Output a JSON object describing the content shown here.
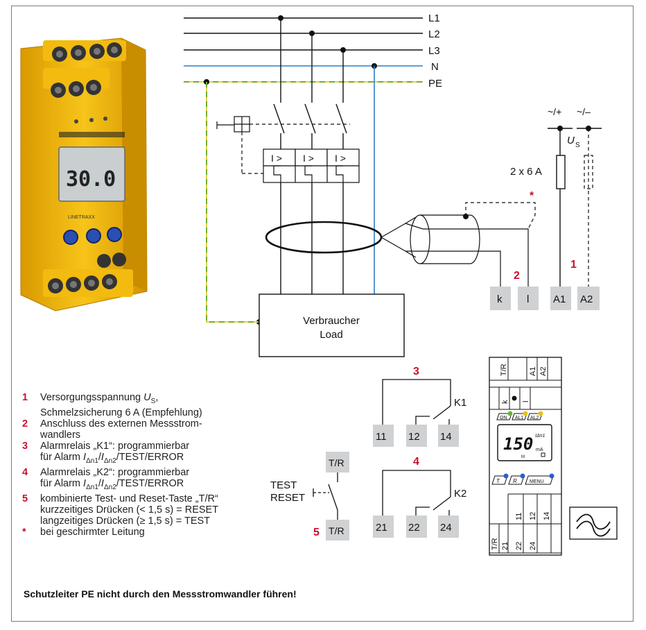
{
  "lines": {
    "l1": "L1",
    "l2": "L2",
    "l3": "L3",
    "n": "N",
    "pe": "PE"
  },
  "supply": {
    "ac_plus": "~/+",
    "ac_minus": "~/–",
    "us": "U",
    "us_sub": "S",
    "fuse": "2 x 6 A",
    "star": "*"
  },
  "breaker_label": "I >",
  "terminals": {
    "k": "k",
    "l": "l",
    "a1": "A1",
    "a2": "A2",
    "n11": "11",
    "n12": "12",
    "n14": "14",
    "n21": "21",
    "n22": "22",
    "n24": "24",
    "tr_top": "T/R",
    "tr_bottom": "T/R"
  },
  "callouts": {
    "c1": "1",
    "c2": "2",
    "c3": "3",
    "c4": "4",
    "c5": "5"
  },
  "load": {
    "line1": "Verbraucher",
    "line2": "Load"
  },
  "relays": {
    "k1": "K1",
    "k2": "K2"
  },
  "test_reset": {
    "test": "TEST",
    "reset": "RESET"
  },
  "device_photo": {
    "display": "30.0",
    "brand": "LINETRAXX"
  },
  "device_front": {
    "top_term": [
      "T/R",
      "A1",
      "A2"
    ],
    "mid_term": [
      "k",
      "●",
      "l"
    ],
    "led_on": "ON",
    "led_al1": "AL1",
    "led_al2": "AL2",
    "display_value": "150",
    "display_unit": "mA",
    "display_label": "IΔn1",
    "display_m": "M",
    "btn_t": "T",
    "btn_r": "R",
    "btn_menu": "MENU",
    "bottom_term_right": [
      "11",
      "12",
      "14"
    ],
    "bottom_term": [
      "T/R",
      "21",
      "22",
      "24"
    ]
  },
  "legend": [
    {
      "num": "1",
      "text_a": "Versorgungsspannung ",
      "text_b": "U",
      "text_sub": "S",
      "text_c": ",",
      "line2": "Schmelzsicherung 6 A (Empfehlung)"
    },
    {
      "num": "2",
      "text_a": "Anschluss des externen Messstrom-",
      "line2": "wandlers"
    },
    {
      "num": "3",
      "text_a": "Alarmrelais „K1“: programmierbar",
      "line2_a": "für Alarm ",
      "line2_b": "I",
      "line2_sub1": "Δn1",
      "line2_c": "/",
      "line2_d": "I",
      "line2_sub2": "Δn2",
      "line2_e": "/TEST/ERROR"
    },
    {
      "num": "4",
      "text_a": "Alarmrelais „K2“: programmierbar",
      "line2_a": "für Alarm ",
      "line2_b": "I",
      "line2_sub1": "Δn1",
      "line2_c": "/",
      "line2_d": "I",
      "line2_sub2": "Δn2",
      "line2_e": "/TEST/ERROR"
    },
    {
      "num": "5",
      "text_a": "kombinierte Test- und Reset-Taste „T/R“",
      "line2": "kurzzeitiges Drücken (< 1,5 s) = RESET",
      "line3": "langzeitiges Drücken (≥ 1,5 s) = TEST"
    },
    {
      "num": "*",
      "text_a": "bei geschirmter Leitung"
    }
  ],
  "footer": "Schutzleiter PE nicht durch den Messstromwandler führen!",
  "colors": {
    "red": "#c8102e",
    "blue": "#2a7fc9",
    "green": "#6fae3a",
    "yellow": "#e7d13a",
    "terminal": "#cfd1d3",
    "device": "#f2b705"
  }
}
